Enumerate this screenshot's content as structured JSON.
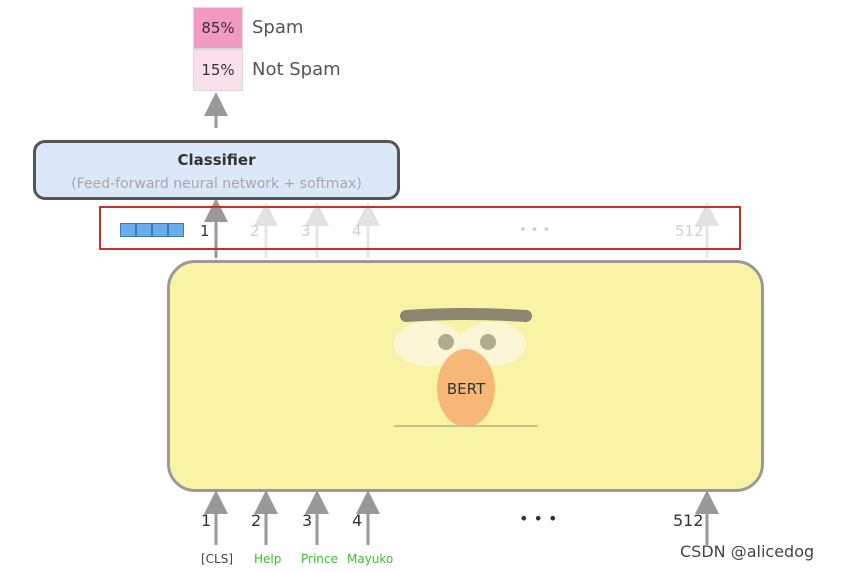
{
  "outputs": [
    {
      "percent": "85%",
      "label": "Spam",
      "color": "#f29ac0"
    },
    {
      "percent": "15%",
      "label": "Not Spam",
      "color": "#fbe0ec"
    }
  ],
  "classifier": {
    "title": "Classifier",
    "subtitle": "(Feed-forward neural network + softmax)"
  },
  "output_positions": [
    "1",
    "2",
    "3",
    "4",
    "512"
  ],
  "output_ellipsis": "• • •",
  "model_name": "BERT",
  "input_positions": [
    "1",
    "2",
    "3",
    "4",
    "512"
  ],
  "input_ellipsis": "• • •",
  "tokens": [
    {
      "text": "[CLS]",
      "color": "#444444"
    },
    {
      "text": "Help",
      "color": "#3cbf2f"
    },
    {
      "text": "Prince",
      "color": "#3cbf2f"
    },
    {
      "text": "Mayuko",
      "color": "#3cbf2f"
    }
  ],
  "watermark": "CSDN @alicedog",
  "colors": {
    "bert_fill": "#f9f3a6",
    "classifier_fill": "#dbe8f8",
    "highlight": "#c9302c",
    "vector": "#6aaef0"
  }
}
